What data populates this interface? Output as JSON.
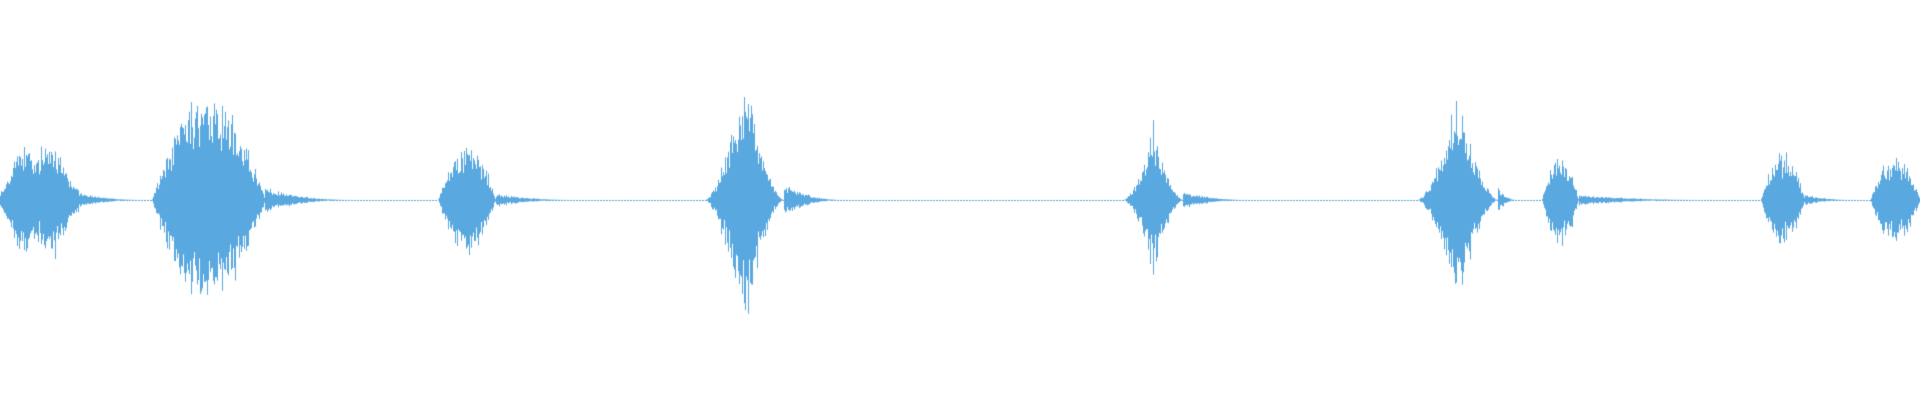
{
  "waveform": {
    "color": "#5aa8e0",
    "background": "#ffffff",
    "centerline_visible": true,
    "duration_fraction_segments": [
      {
        "start": 0.0,
        "end": 0.041,
        "peak": 0.3,
        "shape": "cluster"
      },
      {
        "start": 0.079,
        "end": 0.138,
        "peak": 0.48,
        "shape": "burst"
      },
      {
        "start": 0.228,
        "end": 0.258,
        "peak": 0.26,
        "shape": "burst"
      },
      {
        "start": 0.367,
        "end": 0.408,
        "peak": 0.62,
        "shape": "spike"
      },
      {
        "start": 0.585,
        "end": 0.616,
        "peak": 0.36,
        "shape": "spike"
      },
      {
        "start": 0.738,
        "end": 0.78,
        "peak": 0.5,
        "shape": "spike"
      },
      {
        "start": 0.803,
        "end": 0.822,
        "peak": 0.22,
        "shape": "burst"
      },
      {
        "start": 0.917,
        "end": 0.94,
        "peak": 0.22,
        "shape": "burst"
      },
      {
        "start": 0.974,
        "end": 1.0,
        "peak": 0.2,
        "shape": "burst"
      }
    ],
    "segment_tails": [
      {
        "segment": 0,
        "tail_until": 0.075
      },
      {
        "segment": 1,
        "tail_until": 0.185
      },
      {
        "segment": 2,
        "tail_until": 0.3
      },
      {
        "segment": 3,
        "tail_until": 0.44
      },
      {
        "segment": 4,
        "tail_until": 0.65
      },
      {
        "segment": 5,
        "tail_until": 0.79
      },
      {
        "segment": 6,
        "tail_until": 0.89
      },
      {
        "segment": 7,
        "tail_until": 0.965
      }
    ]
  }
}
